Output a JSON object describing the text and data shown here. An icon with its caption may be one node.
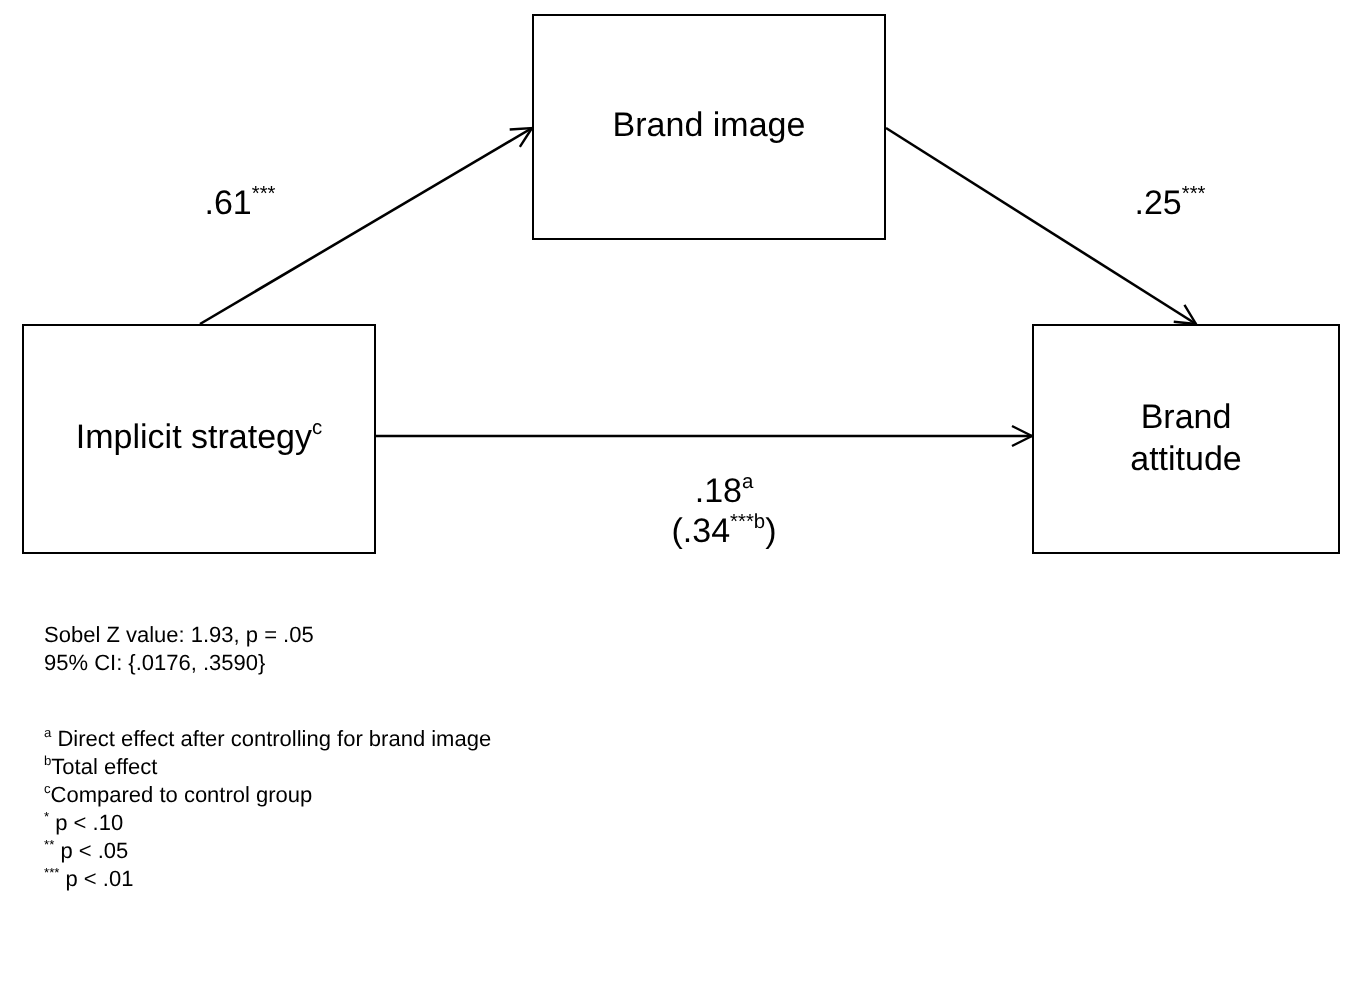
{
  "diagram": {
    "nodes": [
      {
        "text": [
          "Implicit strategy$^{c}$"
        ]
      },
      {
        "text": [
          "Brand image"
        ]
      },
      {
        "text": [
          "Brand attitude"
        ]
      }
    ],
    "edges": [
      {
        "from": 0,
        "to": 1,
        "arrow": "to",
        "label": ".61$^{***}$"
      },
      {
        "from": 1,
        "to": 2,
        "arrow": "to",
        "label": ".25$^{***}$"
      },
      {
        "from": 0,
        "to": 2,
        "arrow": "to",
        "label": ".18$^{a}$ (.34$^{***b}$)"
      }
    ],
    "labels": [
      "Sobel Z value: 1.93, p = .05",
      "95% CI: {.0176, .3590}",
      "$^{a}$ Direct effect after controlling for brand image",
      "$^{b}$Total effect",
      "$^{c}$Compared to control group",
      "$^{*}$ p < .10",
      "$^{**}$ p < .05",
      "$^{***}$ p < .01"
    ]
  }
}
